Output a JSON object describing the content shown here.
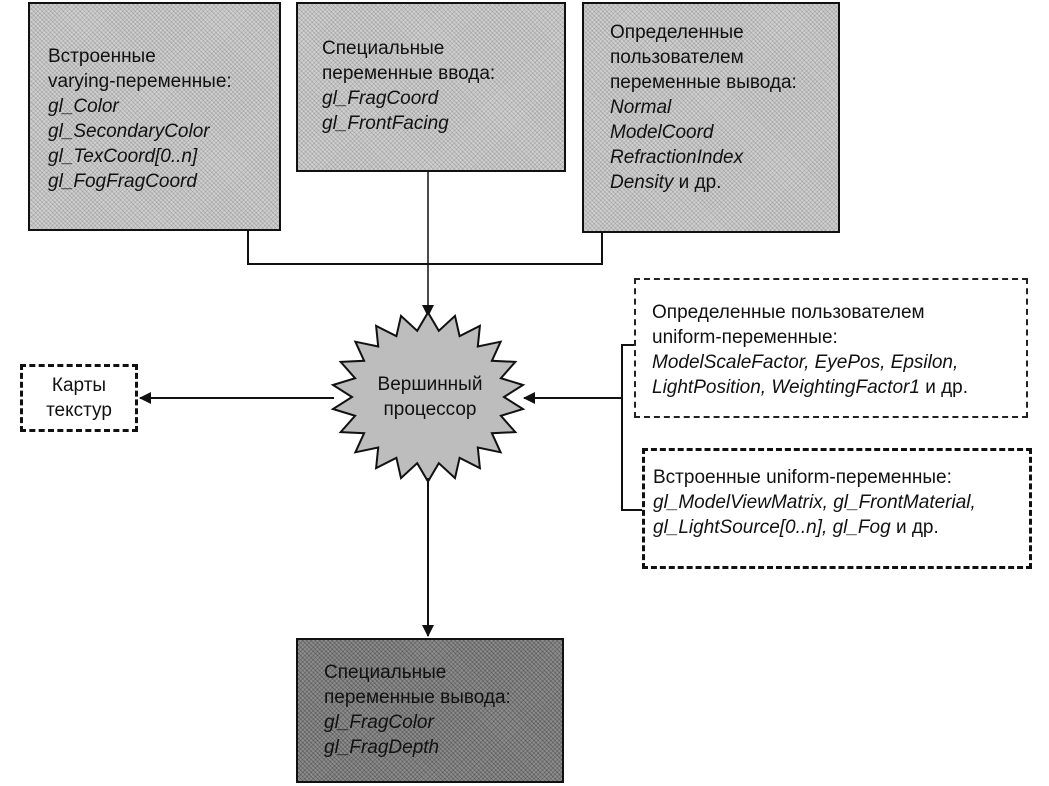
{
  "builtin_varying": {
    "lines": [
      {
        "text": "Встроенные",
        "italic": false
      },
      {
        "text": "varying-переменные:",
        "italic": false
      },
      {
        "text": "gl_Color",
        "italic": true
      },
      {
        "text": "gl_SecondaryColor",
        "italic": true
      },
      {
        "text": "gl_TexCoord[0..n]",
        "italic": true
      },
      {
        "text": "gl_FogFragCoord",
        "italic": true
      }
    ]
  },
  "special_input": {
    "lines": [
      {
        "text": "Специальные",
        "italic": false
      },
      {
        "text": "переменные ввода:",
        "italic": false
      },
      {
        "text": "gl_FragCoord",
        "italic": true
      },
      {
        "text": "gl_FrontFacing",
        "italic": true
      }
    ]
  },
  "user_output": {
    "lines": [
      {
        "text": "Определенные",
        "italic": false
      },
      {
        "text": "пользователем",
        "italic": false
      },
      {
        "text": "переменные вывода:",
        "italic": false
      },
      {
        "text": "Normal",
        "italic": true
      },
      {
        "text": "ModelCoord",
        "italic": true
      },
      {
        "text": "RefractionIndex",
        "italic": true
      },
      {
        "text": "Density",
        "italic": true,
        "suffix": " и др."
      }
    ]
  },
  "user_uniform": {
    "line1": "Определенные пользователем",
    "line2": "uniform-переменные:",
    "line3_italic": "ModelScaleFactor, EyePos, Epsilon,",
    "line4_italic": "LightPosition, WeightingFactor1",
    "line4_suffix": " и др."
  },
  "builtin_uniform": {
    "line1": "Встроенные uniform-переменные:",
    "line2_italic": "gl_ModelViewMatrix, gl_FrontMaterial,",
    "line3_italic": "gl_LightSource[0..n], gl_Fog",
    "line3_suffix": " и др."
  },
  "texture_maps": {
    "line1": "Карты",
    "line2": "текстур"
  },
  "processor": {
    "line1": "Вершинный",
    "line2": "процессор"
  },
  "special_output": {
    "lines": [
      {
        "text": "Специальные",
        "italic": false
      },
      {
        "text": "переменные вывода:",
        "italic": false
      },
      {
        "text": "gl_FragColor",
        "italic": true
      },
      {
        "text": "gl_FragDepth",
        "italic": true
      }
    ]
  }
}
